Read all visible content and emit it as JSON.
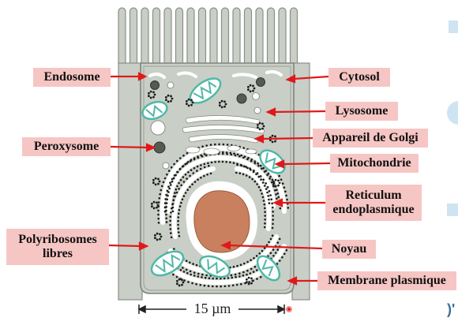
{
  "labels": {
    "endosome": "Endosome",
    "cytosol": "Cytosol",
    "lysosome": "Lysosome",
    "golgi": "Appareil de Golgi",
    "peroxysome": "Peroxysome",
    "mitochondrie": "Mitochondrie",
    "reticulum_line1": "Reticulum",
    "reticulum_line2": "endoplasmique",
    "polyribosomes_line1": "Polyribosomes",
    "polyribosomes_line2": "libres",
    "noyau": "Noyau",
    "membrane": "Membrane plasmique"
  },
  "scale_bar": {
    "text": "15 µm"
  },
  "edge_glyph": ")'",
  "colors": {
    "label_fill": "#f6c6c4",
    "arrow": "#e0191a",
    "cell_fill": "#c9cfc6",
    "cell_outline": "#8a8f88",
    "nucleus": "#c9805e",
    "mitochondria": "#4fb8a7",
    "ribosome": "#1a1a1a"
  }
}
